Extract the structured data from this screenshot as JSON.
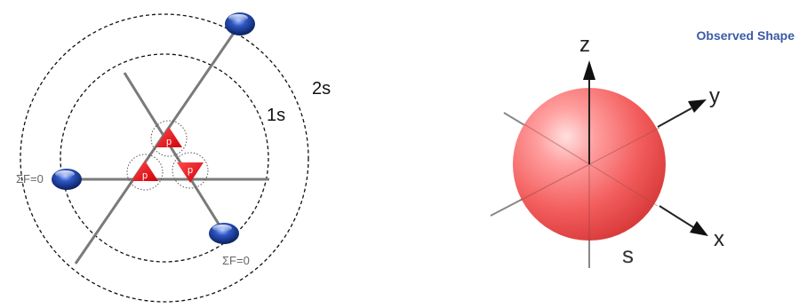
{
  "left_diagram": {
    "orbit_inner_label": "1s",
    "orbit_outer_label": "2s",
    "proton_label": "p",
    "electron_force_labels": [
      "ΣF=0",
      "ΣF=0"
    ]
  },
  "right_diagram": {
    "title": "Observed Shape",
    "axis_labels": {
      "z": "z",
      "y": "y",
      "x": "x"
    },
    "orbital_label": "s"
  },
  "colors": {
    "proton_red": "#e8141a",
    "electron_blue": "#1b3a8c",
    "sphere_red": "#f05050",
    "title_blue": "#3b5aa6",
    "axis_gray": "#777777",
    "bond_gray": "#7a7a7a"
  }
}
